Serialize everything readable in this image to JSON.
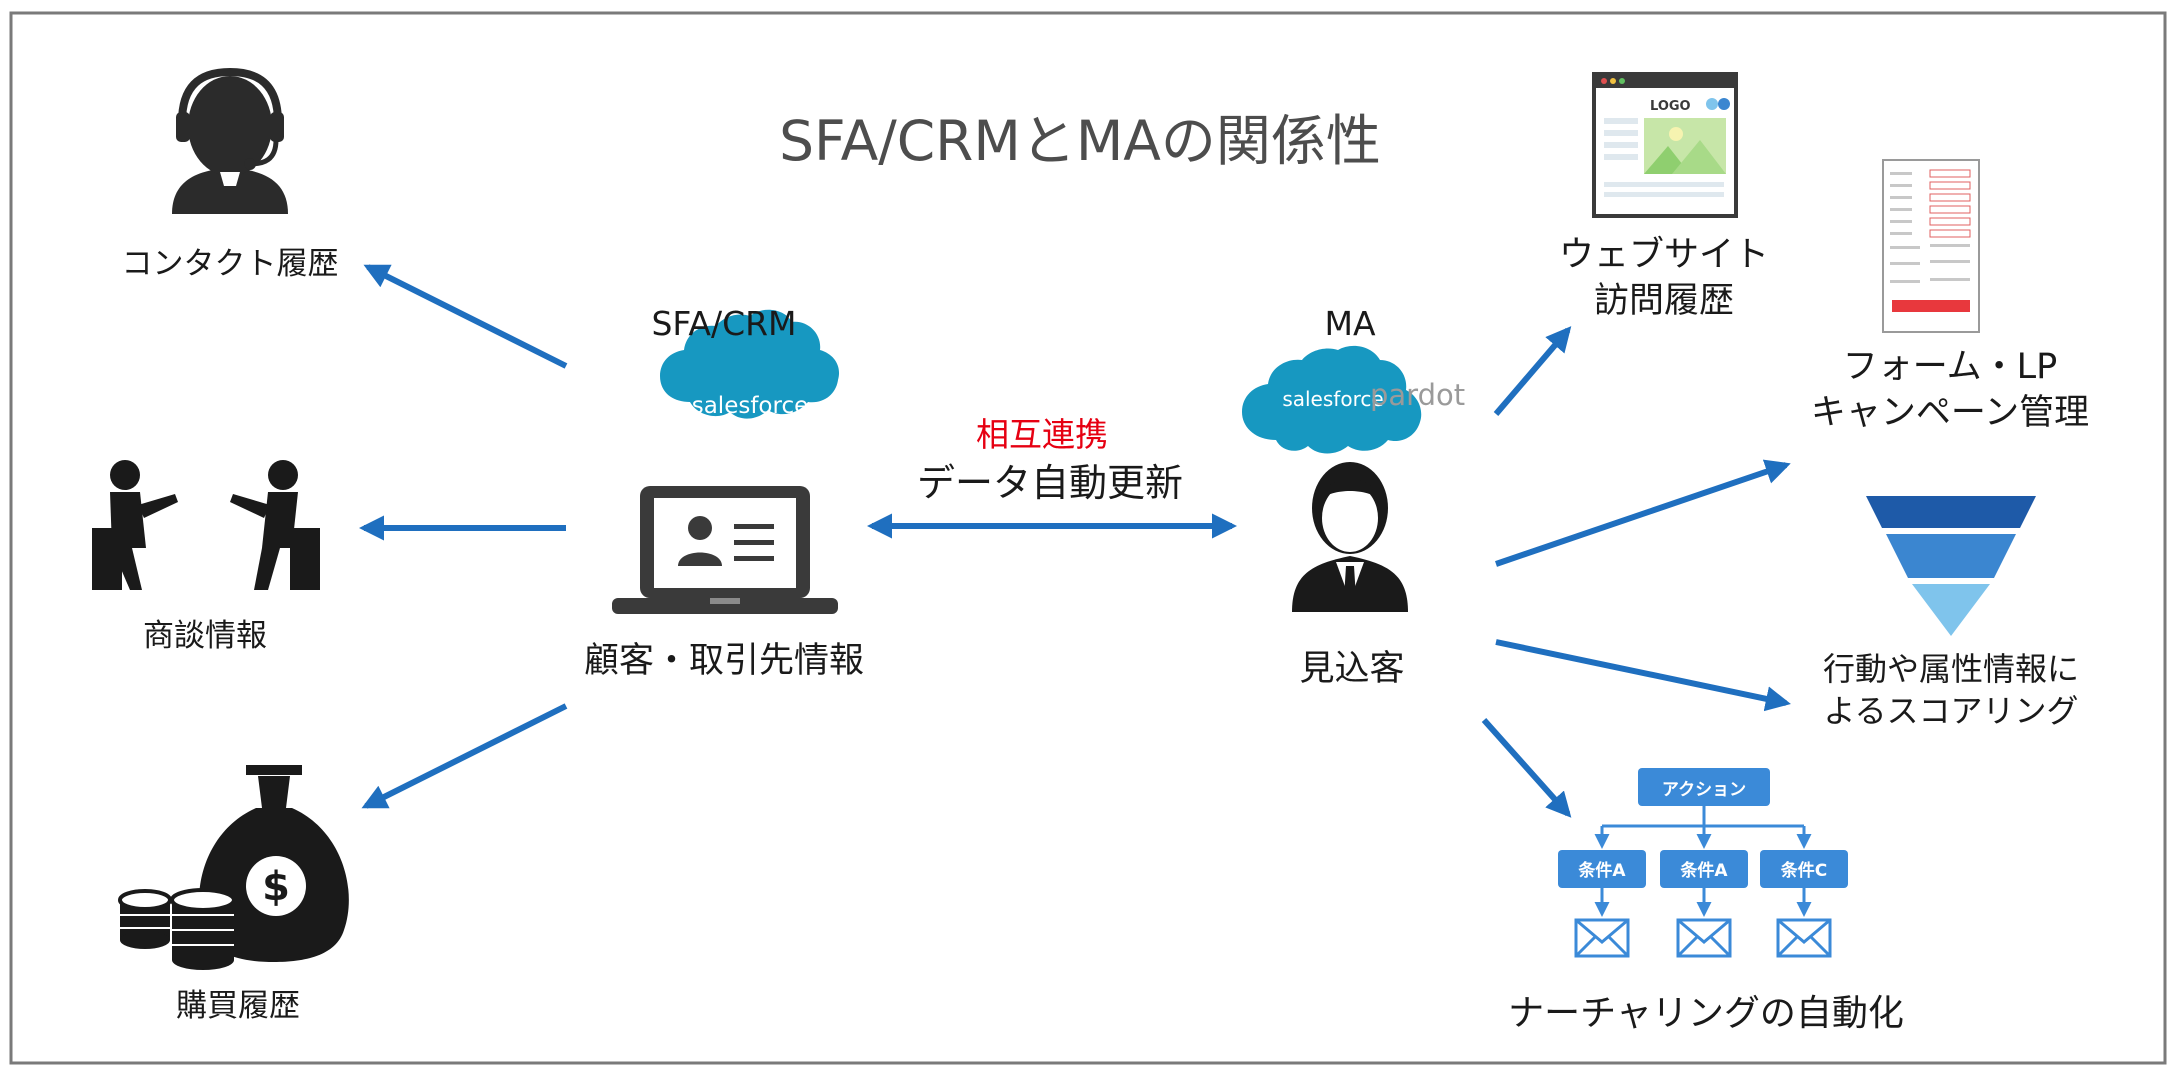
{
  "title": "SFA/CRMとMAの関係性",
  "left_items": [
    {
      "key": "contact",
      "label": "コンタクト履歴",
      "icon": "headset-person-icon"
    },
    {
      "key": "negotiation",
      "label": "商談情報",
      "icon": "meeting-icon"
    },
    {
      "key": "purchase",
      "label": "購買履歴",
      "icon": "money-bag-icon"
    }
  ],
  "sfa": {
    "heading": "SFA/CRM",
    "brand": "salesforce",
    "caption": "顧客・取引先情報"
  },
  "link": {
    "line1": "相互連携",
    "line2": "データ自動更新",
    "line1_color": "#e60012"
  },
  "ma": {
    "heading": "MA",
    "brand": "salesforce",
    "brand_suffix": "pardot",
    "caption": "見込客"
  },
  "right_items": {
    "website": {
      "line1": "ウェブサイト",
      "line2": "訪問履歴",
      "logo_text": "LOGO"
    },
    "form": {
      "line1": "フォーム・LP",
      "line2": "キャンペーン管理"
    },
    "scoring": {
      "line1": "行動や属性情報に",
      "line2": "よるスコアリング"
    },
    "nurturing": {
      "label": "ナーチャリングの自動化",
      "action": "アクション",
      "conditions": [
        "条件A",
        "条件A",
        "条件C"
      ]
    }
  },
  "colors": {
    "arrow": "#1f6fbf",
    "cloud": "#1798c1",
    "box": "#3b8ad8",
    "funnel_top": "#1e5aa8",
    "funnel_mid": "#3b86d0",
    "funnel_bottom": "#7fc4ec",
    "icon": "#2b2b2b",
    "pardot_gray": "#9a9a9a",
    "frame": "#7a7a7a"
  }
}
